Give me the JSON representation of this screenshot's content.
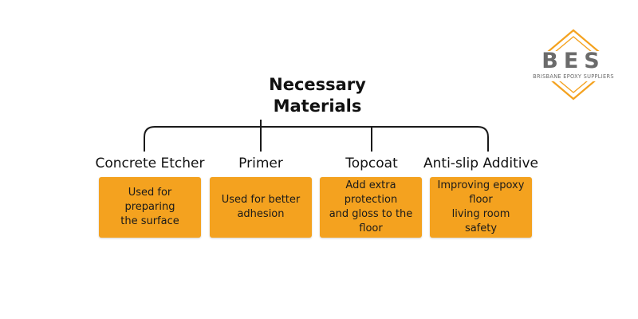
{
  "title": {
    "line1": "Necessary",
    "line2": "Materials"
  },
  "colors": {
    "card_fill": "#f4a21f",
    "line": "#1a1a1a",
    "logo_gray": "#6b6b6b",
    "logo_orange": "#f4a21f"
  },
  "logo": {
    "letters": "BES",
    "tagline": "BRISBANE EPOXY SUPPLIERS"
  },
  "categories": [
    {
      "label": "Concrete Etcher",
      "description_lines": [
        "Used for",
        "preparing",
        "the surface"
      ]
    },
    {
      "label": "Primer",
      "description_lines": [
        "Used for better",
        "adhesion"
      ]
    },
    {
      "label": "Topcoat",
      "description_lines": [
        "Add extra",
        "protection",
        "and gloss to the",
        "floor"
      ]
    },
    {
      "label": "Anti-slip Additive",
      "description_lines": [
        "Improving epoxy",
        "floor",
        "living room",
        "safety"
      ]
    }
  ]
}
